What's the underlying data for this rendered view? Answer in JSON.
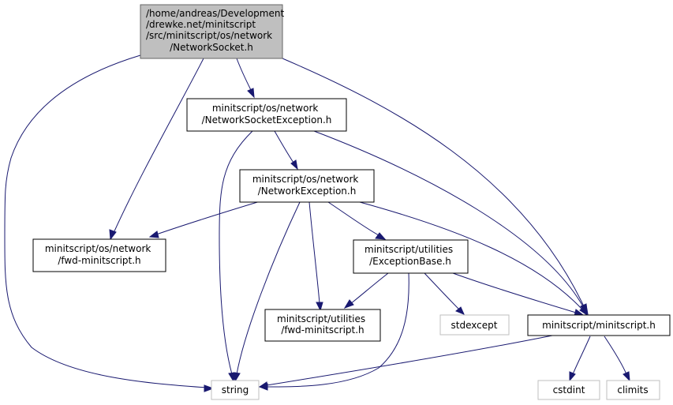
{
  "graph": {
    "colors": {
      "edge": "#191970",
      "root_fill": "#bfbfbf",
      "system_border": "#bfbfbf",
      "node_border": "#000000"
    },
    "nodes": {
      "root": {
        "lines": [
          "/home/andreas/Development",
          "/drewke.net/minitscript",
          "/src/minitscript/os/network",
          "/NetworkSocket.h"
        ]
      },
      "network_socket_exception": {
        "lines": [
          "minitscript/os/network",
          "/NetworkSocketException.h"
        ]
      },
      "network_exception": {
        "lines": [
          "minitscript/os/network",
          "/NetworkException.h"
        ]
      },
      "os_fwd": {
        "lines": [
          "minitscript/os/network",
          "/fwd-minitscript.h"
        ]
      },
      "exception_base": {
        "lines": [
          "minitscript/utilities",
          "/ExceptionBase.h"
        ]
      },
      "utilities_fwd": {
        "lines": [
          "minitscript/utilities",
          "/fwd-minitscript.h"
        ]
      },
      "stdexcept": {
        "lines": [
          "stdexcept"
        ]
      },
      "minitscript_h": {
        "lines": [
          "minitscript/minitscript.h"
        ]
      },
      "string": {
        "lines": [
          "string"
        ]
      },
      "cstdint": {
        "lines": [
          "cstdint"
        ]
      },
      "climits": {
        "lines": [
          "climits"
        ]
      }
    }
  }
}
